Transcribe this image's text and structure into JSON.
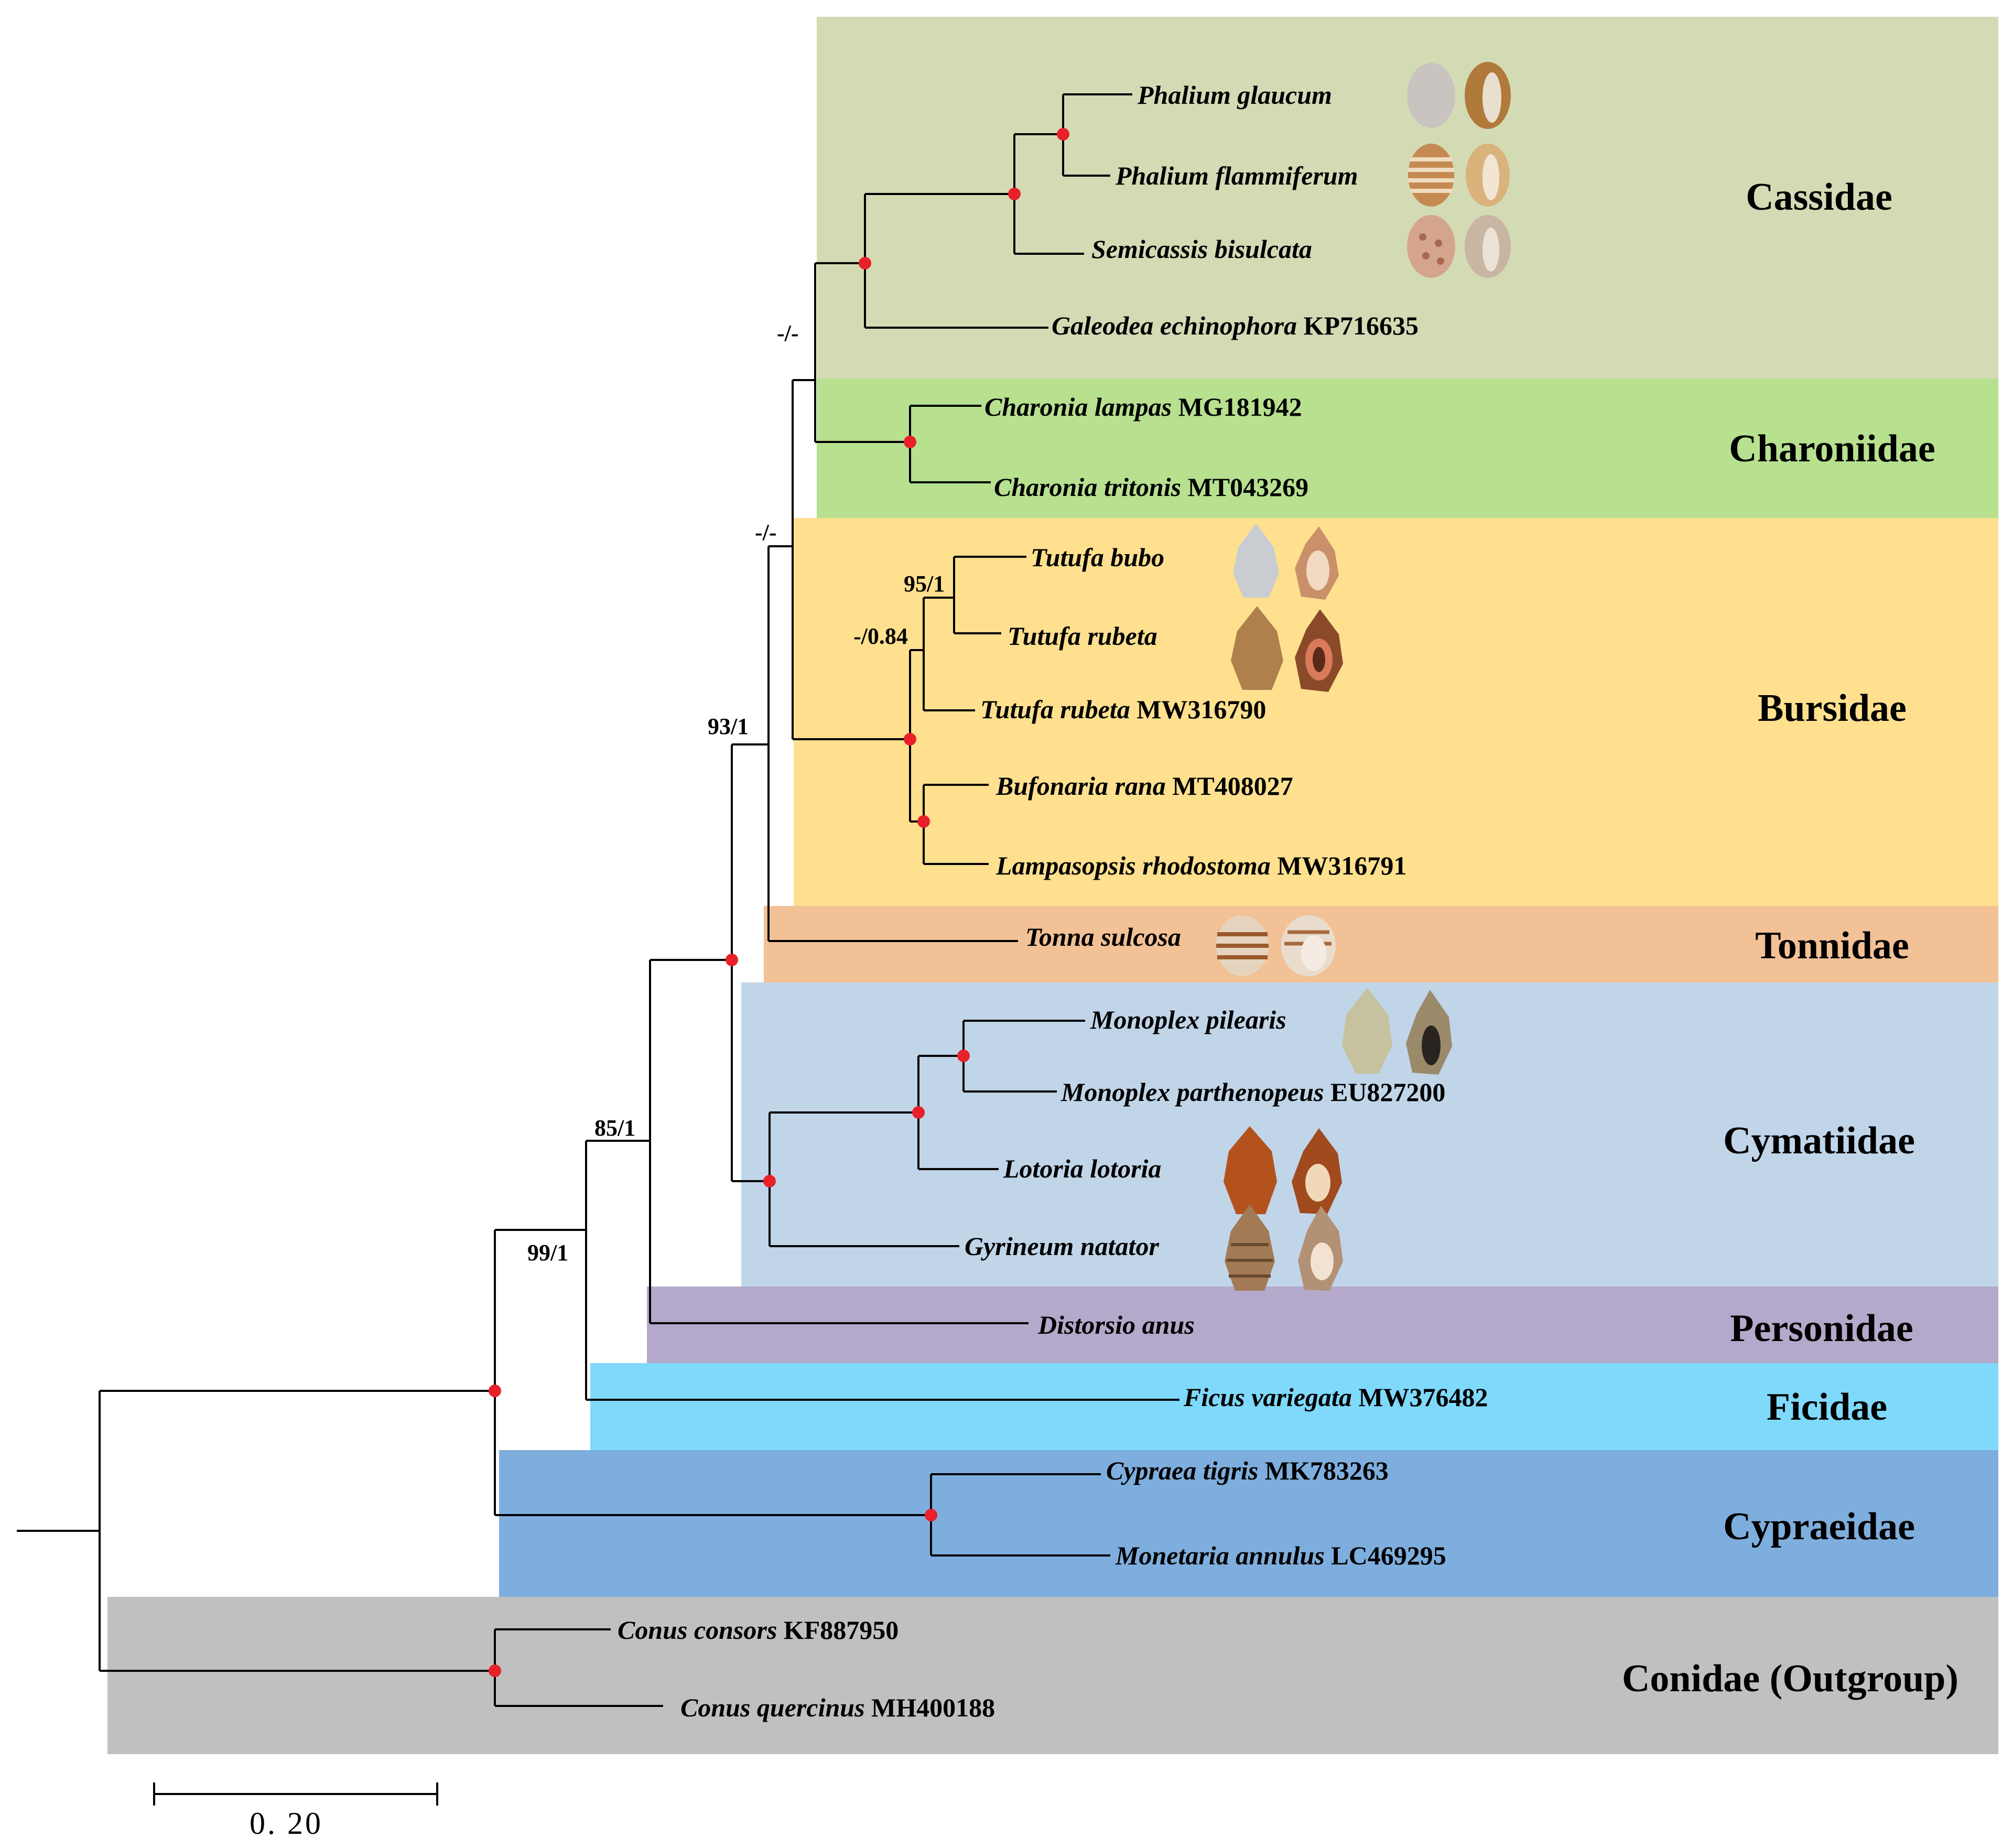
{
  "families": [
    {
      "name": "Cassidae",
      "color": "#d3dbb5"
    },
    {
      "name": "Charoniidae",
      "color": "#b7e08f"
    },
    {
      "name": "Bursidae",
      "color": "#ffe08f"
    },
    {
      "name": "Tonnidae",
      "color": "#f2c196"
    },
    {
      "name": "Cymatiidae",
      "color": "#c1d5e9"
    },
    {
      "name": "Personidae",
      "color": "#b4a9cb"
    },
    {
      "name": "Ficidae",
      "color": "#7fd9fb"
    },
    {
      "name": "Cypraeidae",
      "color": "#7eaedd"
    },
    {
      "name": "Conidae (Outgroup)",
      "color": "#c0c0c0"
    }
  ],
  "taxa": [
    {
      "species": "Phalium glaucum",
      "accession": ""
    },
    {
      "species": "Phalium flammiferum",
      "accession": ""
    },
    {
      "species": "Semicassis bisulcata",
      "accession": ""
    },
    {
      "species": "Galeodea echinophora",
      "accession": "KP716635"
    },
    {
      "species": "Charonia lampas",
      "accession": "MG181942"
    },
    {
      "species": "Charonia tritonis",
      "accession": "MT043269"
    },
    {
      "species": "Tutufa bubo",
      "accession": ""
    },
    {
      "species": "Tutufa rubeta",
      "accession": ""
    },
    {
      "species": "Tutufa rubeta",
      "accession": "MW316790"
    },
    {
      "species": "Bufonaria rana",
      "accession": "MT408027"
    },
    {
      "species": "Lampasopsis rhodostoma",
      "accession": "MW316791"
    },
    {
      "species": "Tonna sulcosa",
      "accession": ""
    },
    {
      "species": "Monoplex pilearis",
      "accession": ""
    },
    {
      "species": "Monoplex parthenopeus",
      "accession": "EU827200"
    },
    {
      "species": "Lotoria lotoria",
      "accession": ""
    },
    {
      "species": "Gyrineum natator",
      "accession": ""
    },
    {
      "species": "Distorsio anus",
      "accession": ""
    },
    {
      "species": "Ficus variegata",
      "accession": "MW376482"
    },
    {
      "species": "Cypraea tigris",
      "accession": "MK783263"
    },
    {
      "species": "Monetaria annulus",
      "accession": "LC469295"
    },
    {
      "species": "Conus consors",
      "accession": "KF887950"
    },
    {
      "species": "Conus quercinus",
      "accession": "MH400188"
    }
  ],
  "support": [
    {
      "label": "-/-"
    },
    {
      "label": "-/-"
    },
    {
      "label": "95/1"
    },
    {
      "label": "-/0.84"
    },
    {
      "label": "93/1"
    },
    {
      "label": "85/1"
    },
    {
      "label": "99/1"
    }
  ],
  "scale_bar": {
    "label": "0. 20",
    "value": 0.2
  },
  "colors": {
    "node_marker": "#e8202a",
    "branch": "#000000"
  },
  "shells": [
    {
      "taxon": "Phalium glaucum",
      "colors": [
        "#c9c4bf",
        "#b07a3a"
      ]
    },
    {
      "taxon": "Phalium flammiferum",
      "colors": [
        "#c58a52",
        "#d9b27c"
      ]
    },
    {
      "taxon": "Semicassis bisulcata",
      "colors": [
        "#d4a58c",
        "#c8b5a2"
      ]
    },
    {
      "taxon": "Tutufa bubo",
      "colors": [
        "#c9cdd2",
        "#c9906a"
      ]
    },
    {
      "taxon": "Tutufa rubeta",
      "colors": [
        "#b0804c",
        "#8a4a2a"
      ]
    },
    {
      "taxon": "Tonna sulcosa",
      "colors": [
        "#e6d4bf",
        "#e9dccd"
      ]
    },
    {
      "taxon": "Monoplex pilearis",
      "colors": [
        "#c6c2a0",
        "#9a8a6a"
      ]
    },
    {
      "taxon": "Lotoria lotoria",
      "colors": [
        "#b4521e",
        "#a04a1e"
      ]
    },
    {
      "taxon": "Gyrineum natator",
      "colors": [
        "#a27a55",
        "#b39174"
      ]
    }
  ]
}
